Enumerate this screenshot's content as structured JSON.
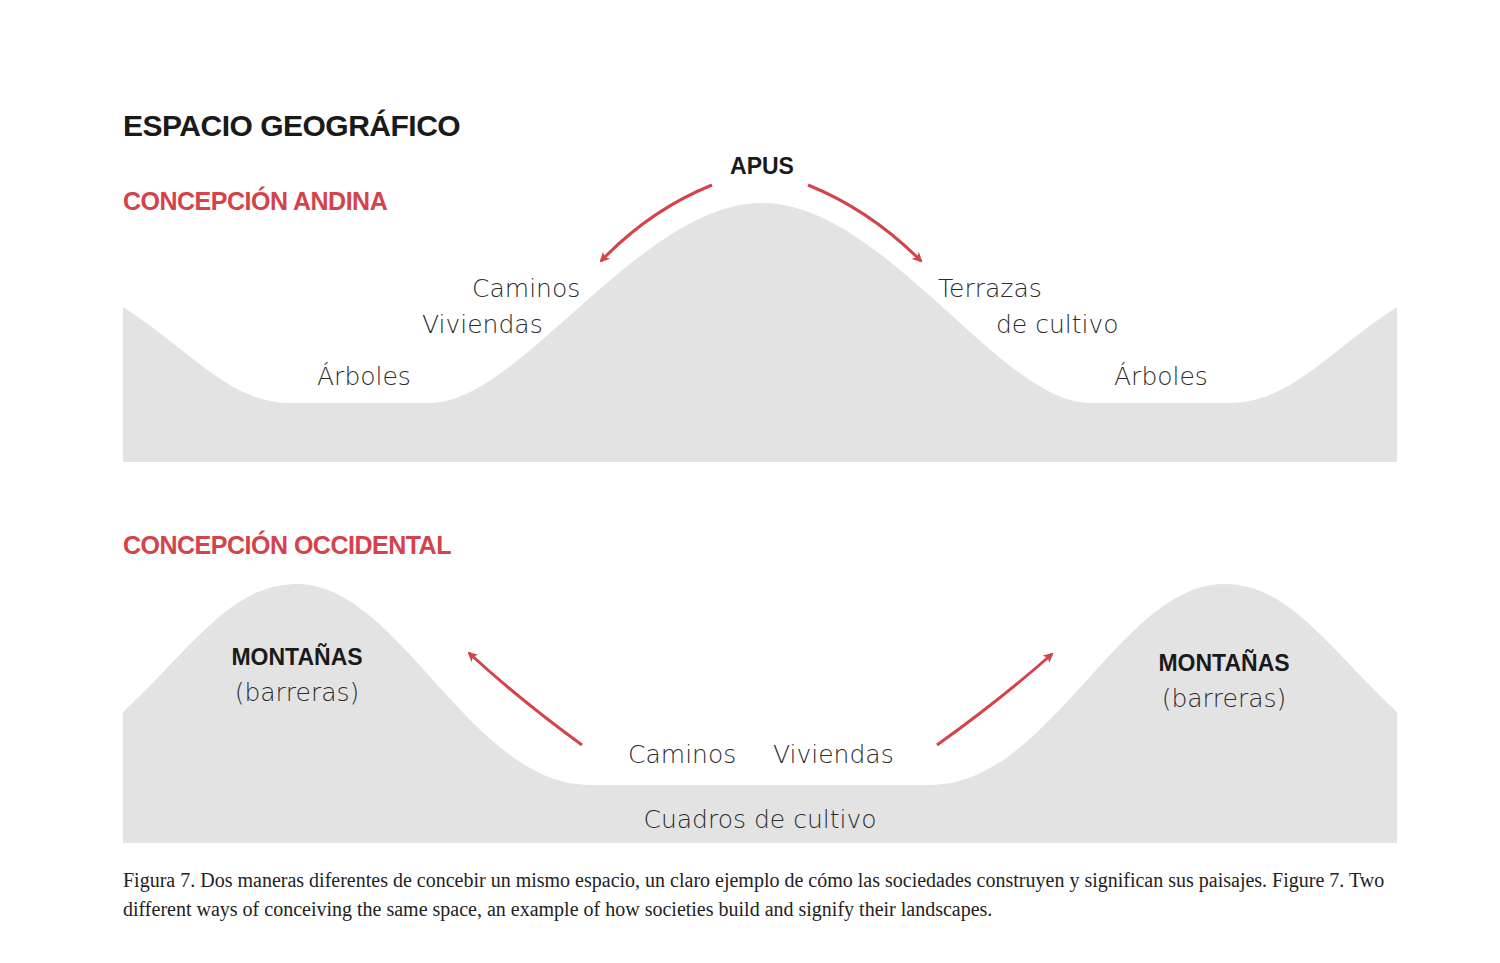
{
  "diagram": {
    "title": "ESPACIO GEOGRÁFICO",
    "caption": "Figura 7. Dos maneras diferentes de concebir un mismo espacio, un claro ejemplo de cómo las sociedades construyen y significan sus paisajes. Figure 7. Two different ways of conceiving the same space, an example of how societies build and signify their landscapes.",
    "labels": [
      "CONCEPCIÓN ANDINA",
      "APUS",
      "Caminos",
      "Viviendas",
      "Árboles",
      "Terrazas",
      "de cultivo",
      "Árboles",
      "CONCEPCIÓN OCCIDENTAL",
      "MONTAÑAS",
      "(barreras)",
      "MONTAÑAS",
      "(barreras)",
      "Caminos",
      "Viviendas",
      "Cuadros de cultivo"
    ]
  }
}
